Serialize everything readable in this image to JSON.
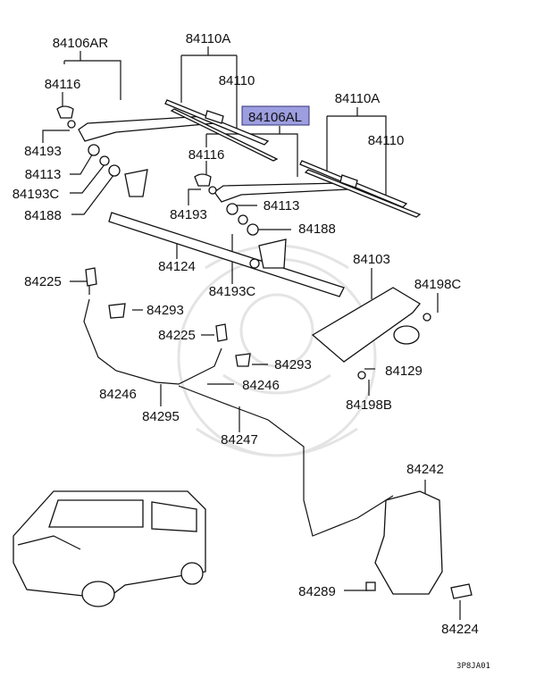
{
  "diagram": {
    "highlight_color": "#9c9ee0",
    "highlighted_part": "84106AL",
    "labels": {
      "arm_right": "84106AR",
      "blade_assy_top": "84110A",
      "cap_left": "84116",
      "blade_top": "84110",
      "arm_left": "84106AL",
      "blade_assy_right": "84110A",
      "blade_right": "84110",
      "nut_left": "84193",
      "cap_mid": "84116",
      "bushing_left": "84113",
      "nut_c_left": "84193C",
      "seal_left": "84188",
      "nut_mid": "84193",
      "bushing_mid": "84113",
      "seal_mid": "84188",
      "linkage": "84124",
      "nut_c_mid": "84193C",
      "motor_bracket": "84103",
      "bolt_c": "84198C",
      "nozzle_left": "84225",
      "clip_left": "84293",
      "nozzle_mid": "84225",
      "clip_mid": "84293",
      "motor": "84129",
      "hose_left": "84246",
      "hose_mid": "84246",
      "joint": "84295",
      "bolt_b": "84198B",
      "hose_long": "84247",
      "reservoir": "84242",
      "bolt_tank": "84289",
      "pump": "84224"
    },
    "diagram_code": "3P8JA01"
  }
}
